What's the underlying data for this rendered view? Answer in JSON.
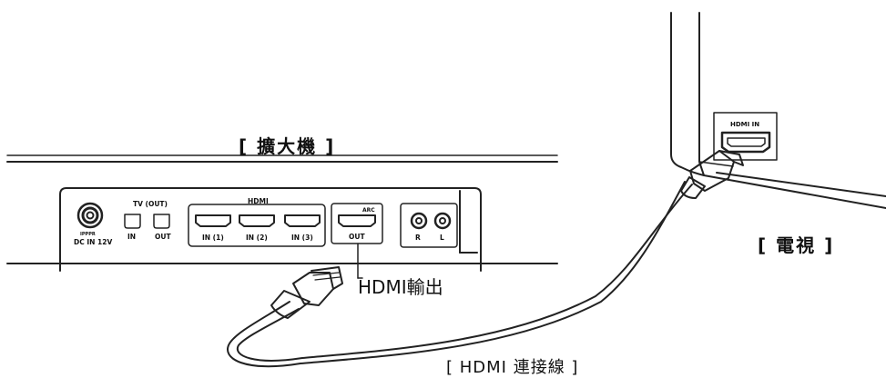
{
  "amplifier": {
    "title": "[ 擴大機 ]",
    "power_top": "IPPPR",
    "power_label": "DC IN 12V",
    "tv_out_header": "TV (OUT)",
    "optical_in": "IN",
    "optical_out": "OUT",
    "hdmi_header": "HDMI",
    "hdmi_in_1": "IN (1)",
    "hdmi_in_2": "IN (2)",
    "hdmi_in_3": "IN (3)",
    "arc_label": "ARC",
    "hdmi_out": "OUT",
    "audio_r": "R",
    "audio_l": "L"
  },
  "hdmi_output_label": "HDMI輸出",
  "tv": {
    "title": "[ 電視 ]",
    "port_label": "HDMI IN"
  },
  "cable": {
    "title": "[ HDMI 連接線 ]"
  }
}
